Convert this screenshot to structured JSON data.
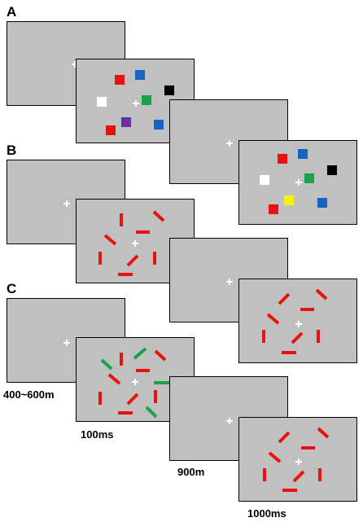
{
  "panels": [
    {
      "label": "A"
    },
    {
      "label": "B"
    },
    {
      "label": "C"
    }
  ],
  "timings": {
    "fixation": "400~600m",
    "memory": "100ms",
    "retention": "900m",
    "test": "1000ms"
  },
  "colors": {
    "background_screen": "#c0c0c0",
    "fixation": "#ffffff",
    "red": "#e8130f",
    "blue": "#1465c0",
    "green": "#16a34a",
    "black": "#000000",
    "white": "#ffffff",
    "purple": "#6b2fa0",
    "yellow": "#f5f500"
  }
}
